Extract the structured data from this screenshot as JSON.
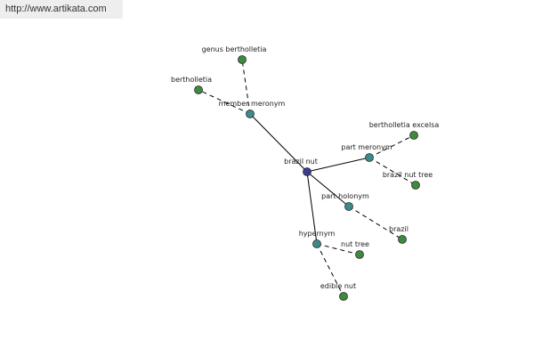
{
  "banner": {
    "url_text": "http://www.artikata.com"
  },
  "colors": {
    "center_node": "#3e3b8f",
    "relation_node": "#3d8a8a",
    "leaf_node": "#3e8a3e",
    "solid_edge": "#000000",
    "dashed_edge": "#000000",
    "node_outline": "#2a2a2a"
  },
  "graph": {
    "center": {
      "id": "brazil_nut",
      "label": "brazil nut"
    },
    "relations": [
      {
        "id": "member_meronym",
        "label": "member meronym",
        "leaves": [
          {
            "id": "genus_bertholletia",
            "label": "genus bertholletia"
          },
          {
            "id": "bertholletia",
            "label": "bertholletia"
          }
        ]
      },
      {
        "id": "part_meronym",
        "label": "part meronym",
        "leaves": [
          {
            "id": "bertholletia_excelsa",
            "label": "bertholletia excelsa"
          },
          {
            "id": "brazil_nut_tree",
            "label": "brazil nut tree"
          }
        ]
      },
      {
        "id": "part_holonym",
        "label": "part holonym",
        "leaves": [
          {
            "id": "brazil",
            "label": "brazil"
          }
        ]
      },
      {
        "id": "hypernym",
        "label": "hypernym",
        "leaves": [
          {
            "id": "nut_tree",
            "label": "nut tree"
          },
          {
            "id": "edible_nut",
            "label": "edible nut"
          }
        ]
      }
    ]
  }
}
